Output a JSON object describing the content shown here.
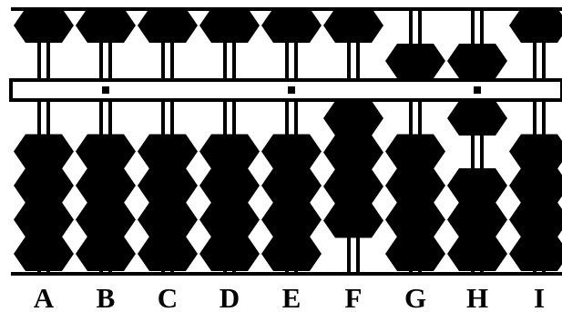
{
  "abacus": {
    "columns": [
      {
        "label": "A",
        "heaven_bead_active": false,
        "earth_beads_active": 0
      },
      {
        "label": "B",
        "heaven_bead_active": false,
        "earth_beads_active": 0
      },
      {
        "label": "C",
        "heaven_bead_active": false,
        "earth_beads_active": 0
      },
      {
        "label": "D",
        "heaven_bead_active": false,
        "earth_beads_active": 0
      },
      {
        "label": "E",
        "heaven_bead_active": false,
        "earth_beads_active": 0
      },
      {
        "label": "F",
        "heaven_bead_active": false,
        "earth_beads_active": 4
      },
      {
        "label": "G",
        "heaven_bead_active": true,
        "earth_beads_active": 0
      },
      {
        "label": "H",
        "heaven_bead_active": true,
        "earth_beads_active": 1
      },
      {
        "label": "I",
        "heaven_bead_active": false,
        "earth_beads_active": 0
      }
    ],
    "unit_marker_columns": [
      "B",
      "E",
      "H"
    ],
    "colors": {
      "bead": "#000000",
      "frame": "#000000",
      "rod": "#000000",
      "background": "#ffffff"
    }
  }
}
